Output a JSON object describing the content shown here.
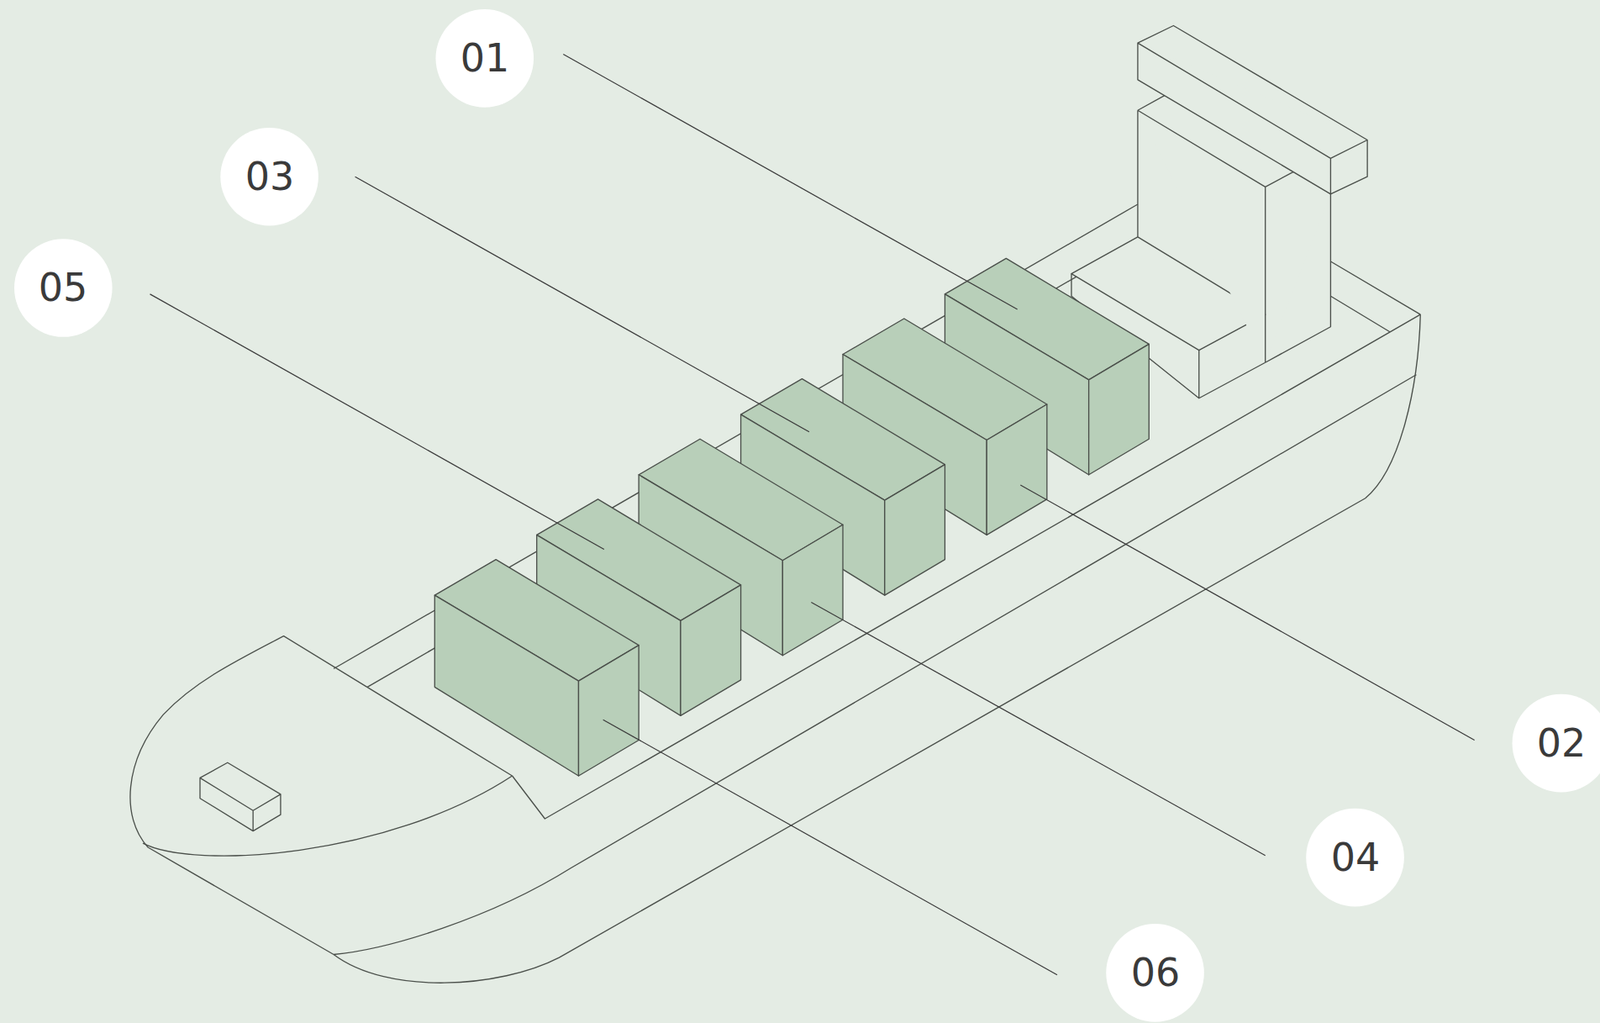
{
  "diagram": {
    "labels": [
      "01",
      "03",
      "05",
      "02",
      "04",
      "06"
    ]
  }
}
